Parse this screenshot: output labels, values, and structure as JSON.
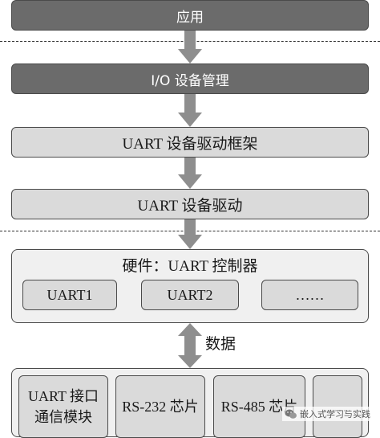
{
  "layers": {
    "app": "应用",
    "io": "I/O 设备管理",
    "framework": "UART 设备驱动框架",
    "driver": "UART 设备驱动"
  },
  "hardware": {
    "title": "硬件：UART 控制器",
    "chips": [
      "UART1",
      "UART2",
      "……"
    ]
  },
  "data_label": "数据",
  "peripherals": {
    "uart_iface_line1": "UART 接口",
    "uart_iface_line2": "通信模块",
    "rs232": "RS-232 芯片",
    "rs485": "RS-485 芯片",
    "more": "……"
  },
  "watermark": "嵌入式学习与实践",
  "colors": {
    "dark_layer": "#6b6b6b",
    "mid_layer": "#dadada",
    "light_box": "#f0f0f0",
    "arrow": "#8e8e8e"
  }
}
